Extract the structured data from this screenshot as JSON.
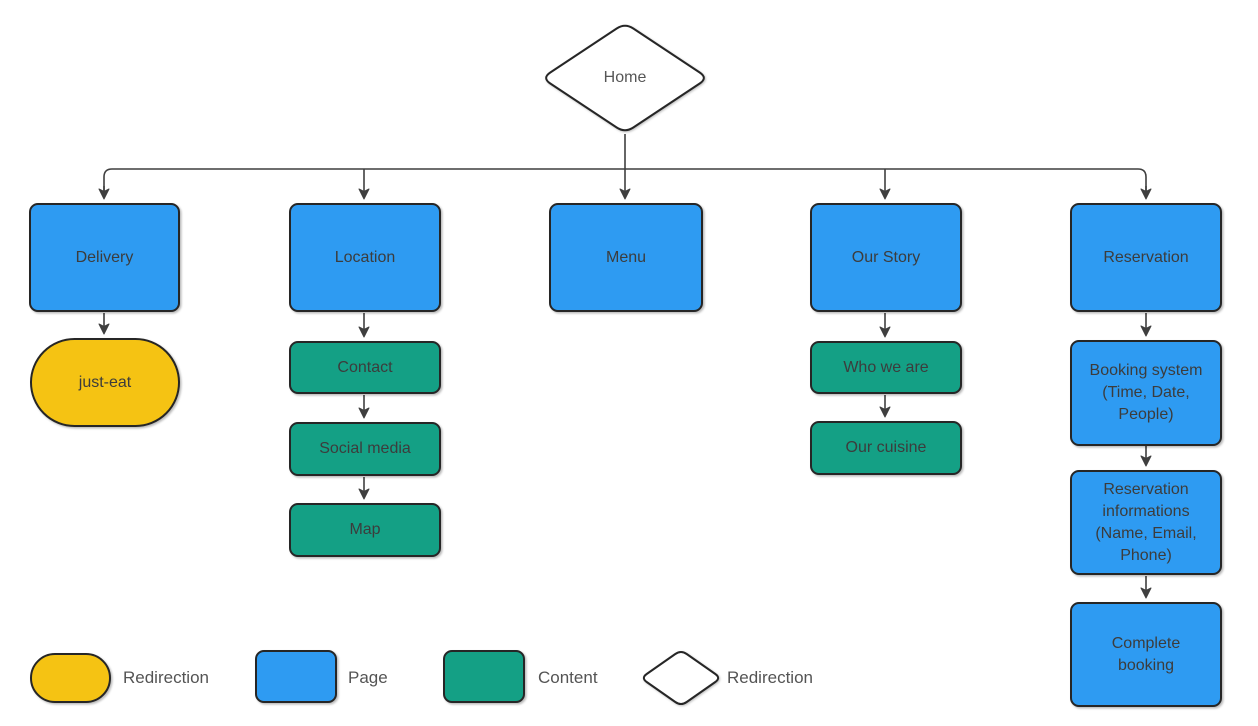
{
  "nodes": {
    "home": {
      "label": "Home",
      "type": "redirection"
    },
    "delivery": {
      "label": "Delivery",
      "type": "page"
    },
    "just_eat": {
      "label": "just-eat",
      "type": "redirection"
    },
    "location": {
      "label": "Location",
      "type": "page"
    },
    "contact": {
      "label": "Contact",
      "type": "content"
    },
    "social_media": {
      "label": "Social media",
      "type": "content"
    },
    "map": {
      "label": "Map",
      "type": "content"
    },
    "menu": {
      "label": "Menu",
      "type": "page"
    },
    "our_story": {
      "label": "Our Story",
      "type": "page"
    },
    "who_we_are": {
      "label": "Who we are",
      "type": "content"
    },
    "our_cuisine": {
      "label": "Our cuisine",
      "type": "content"
    },
    "reservation": {
      "label": "Reservation",
      "type": "page"
    },
    "booking_system": {
      "label": "Booking system (Time, Date, People)",
      "type": "page"
    },
    "reservation_informations": {
      "label": "Reservation informations (Name, Email, Phone)",
      "type": "page"
    },
    "complete_booking": {
      "label": "Complete booking",
      "type": "page"
    }
  },
  "legend": {
    "items": [
      {
        "label": "Redirection",
        "shape": "stadium",
        "color": "#F5C313"
      },
      {
        "label": "Page",
        "shape": "rounded-rectangle",
        "color": "#2E9BF2"
      },
      {
        "label": "Content",
        "shape": "rounded-rectangle",
        "color": "#14A085"
      },
      {
        "label": "Redirection",
        "shape": "diamond",
        "color": "#FFFFFF"
      }
    ]
  },
  "colors": {
    "page_fill": "#2E9BF2",
    "content_fill": "#14A085",
    "redirection_fill": "#F5C313",
    "shape_stroke": "#262626",
    "connector": "#3F3F3F",
    "node_text": "#3C3C3C",
    "secondary_text": "#565656",
    "background": "#FFFFFF"
  }
}
